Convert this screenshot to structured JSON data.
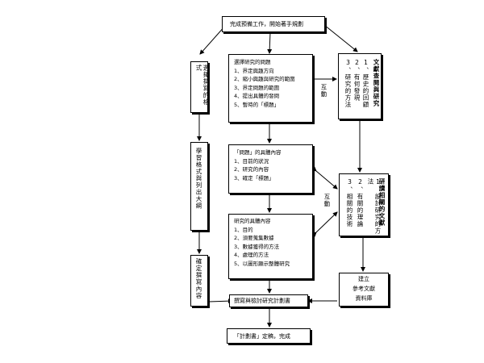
{
  "nodes": {
    "start": {
      "text": "完成預備工作，開始著手規劃"
    },
    "select_question": {
      "title": "選擇研究的問題",
      "items": [
        "1、界定興趣方向",
        "2、縮小興趣與研究的範圍",
        "3、界定問題的範圍",
        "4、提出具體的發問",
        "5、暫時的「標題」"
      ]
    },
    "literature": {
      "title": "文獻查閱與研究",
      "items": [
        "1、歷史的回顧",
        "2、有何發現",
        "3、研究的方法"
      ]
    },
    "interaction_1": "互動",
    "select_format": {
      "text": "選擇撰寫的格式"
    },
    "question_content": {
      "title": "「問題」的具體內容",
      "items": [
        "1、目前的狀況",
        "2、研究的內容",
        "3、確定「標題」"
      ]
    },
    "outline": {
      "text": "學習格式與列出大綱"
    },
    "related_lit": {
      "title": "研讀相關的文獻",
      "items": [
        "1、設計研究的方法",
        "2、有關的理論",
        "3、相關的技術"
      ]
    },
    "interaction_2": "互動",
    "research_content": {
      "title": "研究的具體內容",
      "items": [
        "1、目的",
        "2、須要蒐集數據",
        "3、數據獲得的方法",
        "4、處理的方法",
        "5、以圖形顯示整體研究"
      ]
    },
    "confirm_content": {
      "text": "確定撰寫內容"
    },
    "database": {
      "line1": "建立",
      "line2": "參考文獻",
      "line3": "資料庫"
    },
    "plan": {
      "text": "撰寫與檢討研究計劃書"
    },
    "final": {
      "text": "「計劃書」定稿，完成"
    }
  }
}
